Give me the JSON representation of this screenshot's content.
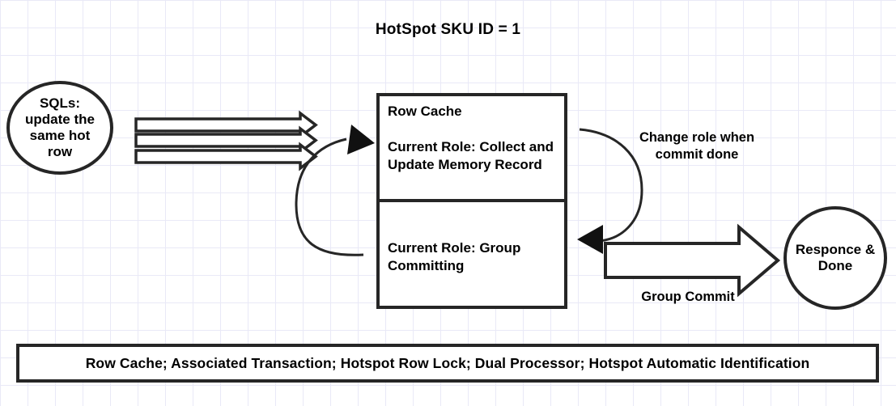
{
  "diagram": {
    "title": "HotSpot SKU ID = 1",
    "source_node": {
      "label": "SQLs: update the same hot row",
      "shape": "circle"
    },
    "sink_node": {
      "label": "Responce & Done",
      "shape": "circle"
    },
    "row_cache": {
      "heading": "Row Cache",
      "top_role": "Current Role: Collect and Update Memory Record",
      "bottom_role": "Current Role: Group Committing"
    },
    "edges": {
      "inbound_arrows_count": "3",
      "inbound_arrows_name": "sql-request-arrows",
      "role_swap_label": "Change role when commit done",
      "group_commit_label": "Group Commit",
      "internal_loop_name": "role-rotation-arrow"
    },
    "footer": {
      "features": "Row Cache; Associated Transaction; Hotspot Row Lock; Dual Processor; Hotspot Automatic Identification"
    },
    "colors": {
      "stroke": "#262626",
      "background": "#ffffff",
      "grid": "#e9e9f7",
      "text": "#000000"
    }
  }
}
